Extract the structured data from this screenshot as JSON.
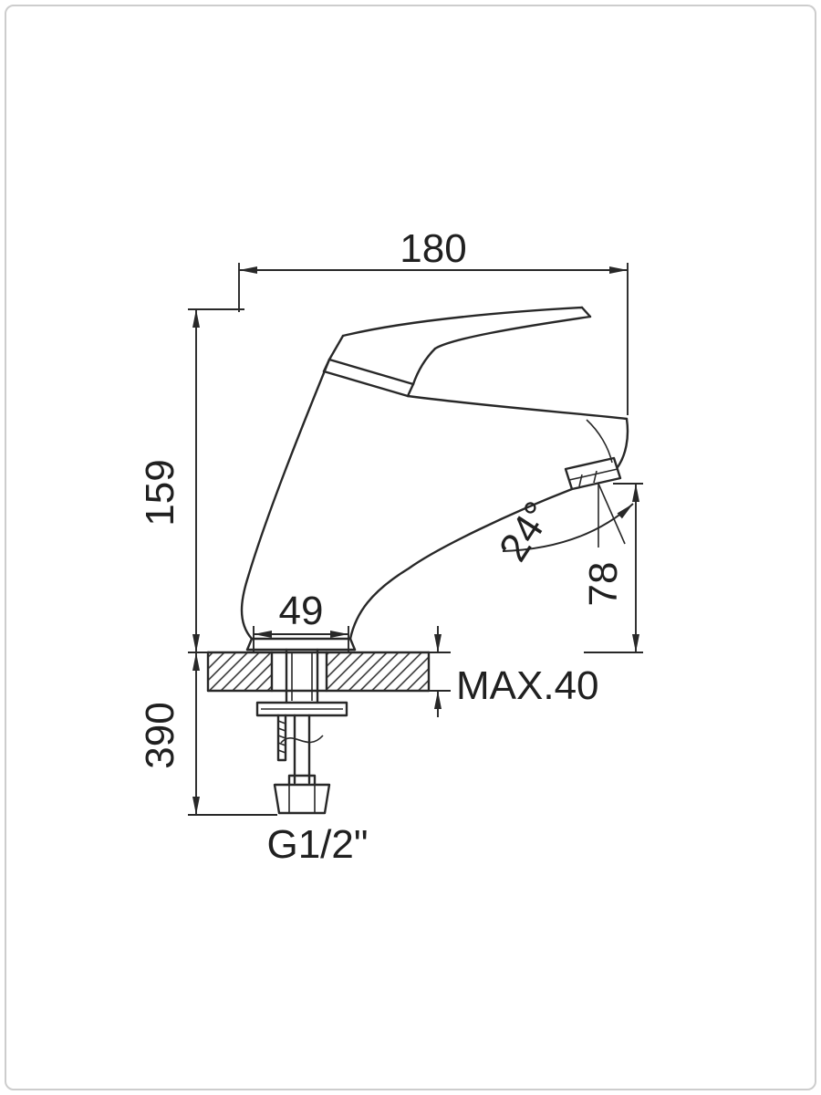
{
  "page": {
    "background": "#ffffff",
    "border_color": "#cdcdcd",
    "line_color": "#282828"
  },
  "drawing": {
    "subject": "single-lever basin faucet side elevation with installation dimensions",
    "labels": {
      "overall_width": "180",
      "body_height": "159",
      "base_width": "49",
      "spout_angle": "24°",
      "spout_outlet_height": "78",
      "max_deck_thickness": "MAX.40",
      "below_deck_length": "390",
      "connection_thread": "G1/2\""
    }
  }
}
